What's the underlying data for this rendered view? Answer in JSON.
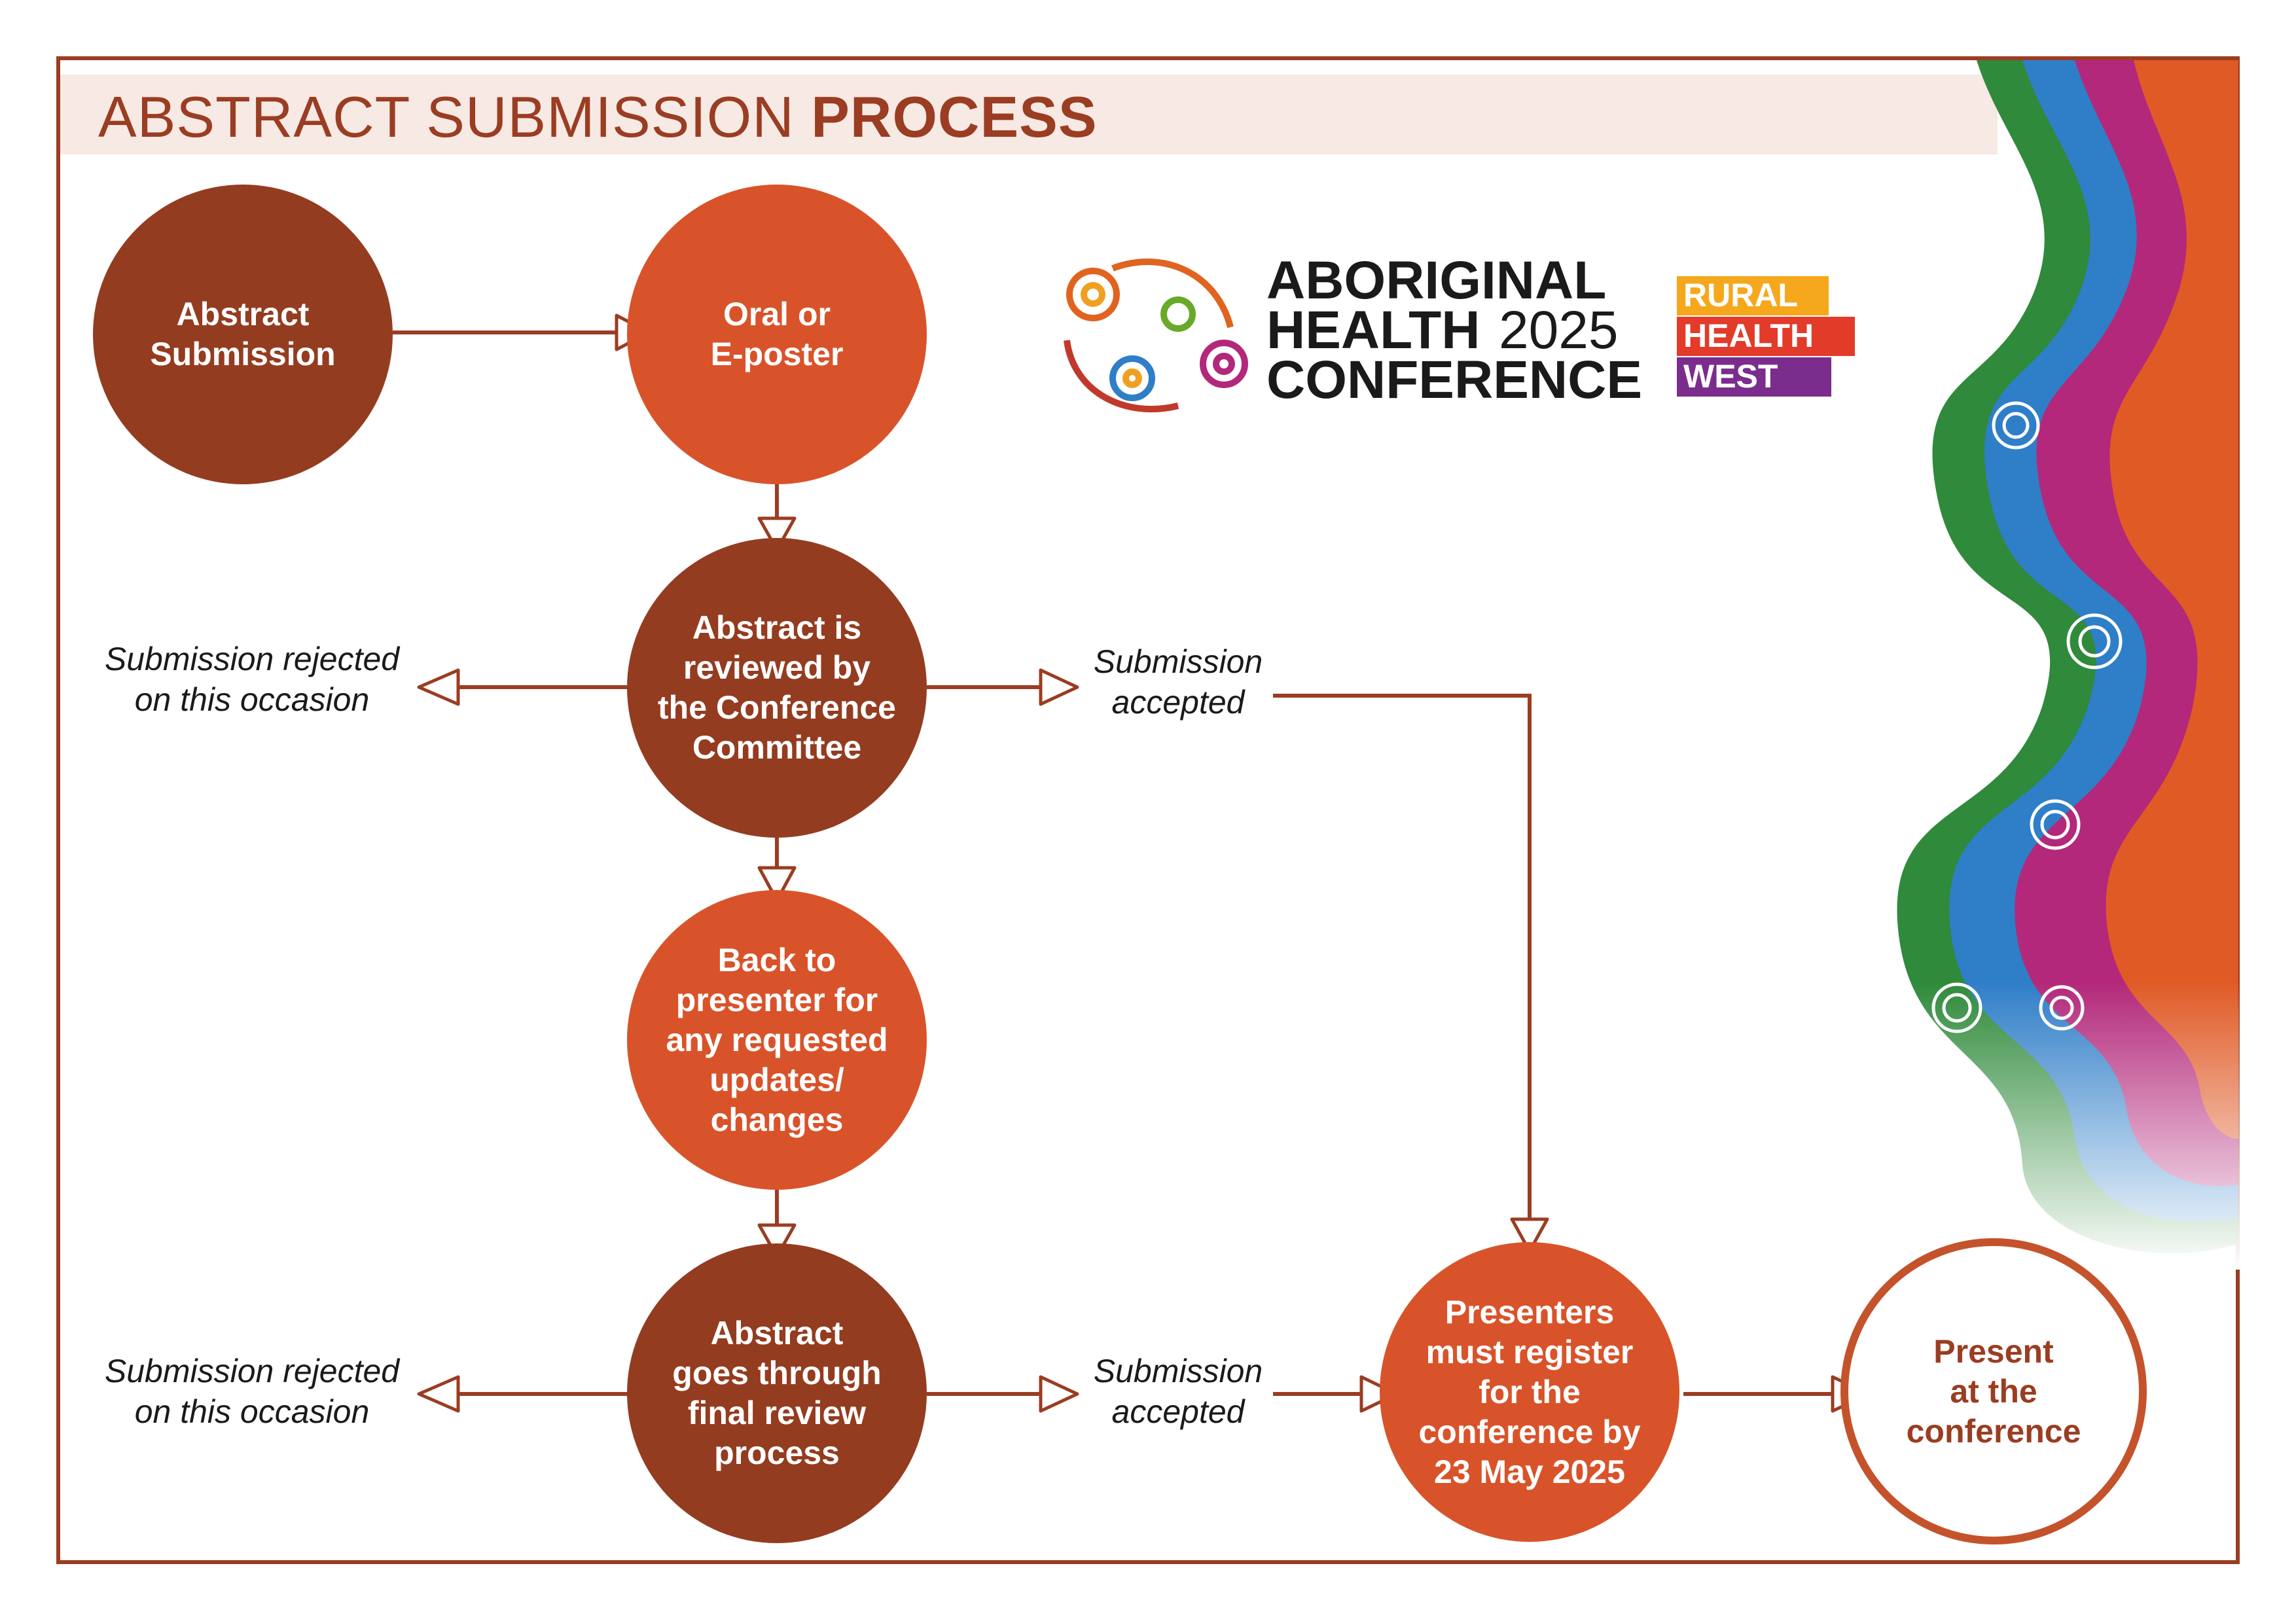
{
  "header": {
    "title_light": "ABSTRACT SUBMISSION ",
    "title_bold": "PROCESS"
  },
  "nodes": {
    "submission": "Abstract\nSubmission",
    "format": "Oral or\nE-poster",
    "review": "Abstract is\nreviewed by\nthe Conference\nCommittee",
    "back": "Back to\npresenter for\nany requested\nupdates/\nchanges",
    "final": "Abstract\ngoes through\nfinal review\nprocess",
    "register": "Presenters\nmust register\nfor the\nconference by\n23 May 2025",
    "present": "Present\nat the\nconference"
  },
  "labels": {
    "rejected_1": "Submission rejected\non this occasion",
    "accepted_1": "Submission\naccepted",
    "rejected_2": "Submission rejected\non this occasion",
    "accepted_2": "Submission\naccepted"
  },
  "logos": {
    "conference_line1": "ABORIGINAL",
    "conference_line2": "HEALTH",
    "conference_year": "2025",
    "conference_line3": "CONFERENCE",
    "rhw_1": "RURAL",
    "rhw_2": "HEALTH",
    "rhw_3": "WEST"
  },
  "colors": {
    "dark_node": "#943c20",
    "orange_node": "#d9532a",
    "frame": "#9a3d22",
    "title_band": "#f7e9e3"
  }
}
